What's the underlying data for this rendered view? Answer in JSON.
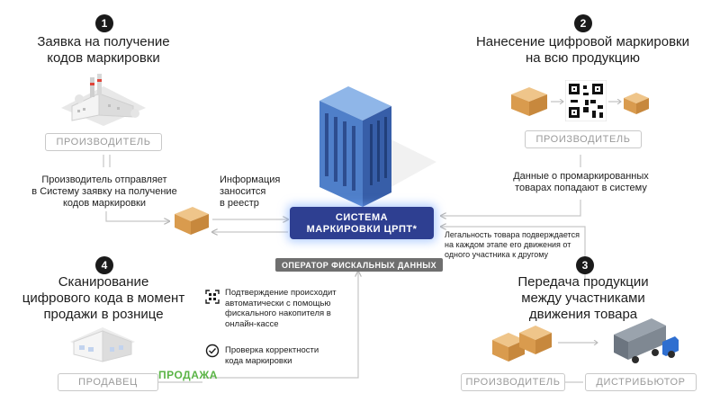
{
  "steps": [
    {
      "num": "1",
      "title_line1": "Заявка на получение",
      "title_line2": "кодов маркировки"
    },
    {
      "num": "2",
      "title_line1": "Нанесение цифровой маркировки",
      "title_line2": "на всю продукцию"
    },
    {
      "num": "3",
      "title_line1": "Передача продукции",
      "title_line2": "между участниками",
      "title_line3": "движения товара"
    },
    {
      "num": "4",
      "title_line1": "Сканирование",
      "title_line2": "цифрового кода в момент",
      "title_line3": "продажи в рознице"
    }
  ],
  "roles": {
    "producer_1": "ПРОИЗВОДИТЕЛЬ",
    "producer_2": "ПРОИЗВОДИТЕЛЬ",
    "producer_3": "ПРОИЗВОДИТЕЛЬ",
    "distributor": "ДИСТРИБЬЮТОР",
    "seller": "ПРОДАВЕЦ"
  },
  "texts": {
    "producer_request_l1": "Производитель отправляет",
    "producer_request_l2": "в Систему заявку на получение",
    "producer_request_l3": "кодов маркировки",
    "info_l1": "Информация",
    "info_l2": "заносится",
    "info_l3": "в реестр",
    "data_l1": "Данные о промаркированных",
    "data_l2": "товарах попадают в систему",
    "legal_l1": "Легальность товара подверждается",
    "legal_l2": "на каждом этапе его движения от",
    "legal_l3": "одного участника к другому",
    "confirm_l1": "Подтверждение происходит",
    "confirm_l2": "автоматически с помощью",
    "confirm_l3": "фискального накопителя в",
    "confirm_l4": "онлайн-кассе",
    "check_l1": "Проверка корректности",
    "check_l2": "кода маркировки",
    "sale": "ПРОДАЖА"
  },
  "system": {
    "line1": "СИСТЕМА",
    "line2": "МАРКИРОВКИ ЦРПТ*"
  },
  "operator": "ОПЕРАТОР ФИСКАЛЬНЫХ ДАННЫХ",
  "colors": {
    "system_blue": "#2e3f91",
    "sale_green": "#5ab446",
    "box_orange": "#d99b4e",
    "line_gray": "#c6c6c6"
  },
  "icons": [
    "factory-icon",
    "box-icon",
    "qr-code-icon",
    "server-tower-icon",
    "store-icon",
    "scan-icon",
    "check-circle-icon",
    "truck-icon"
  ]
}
